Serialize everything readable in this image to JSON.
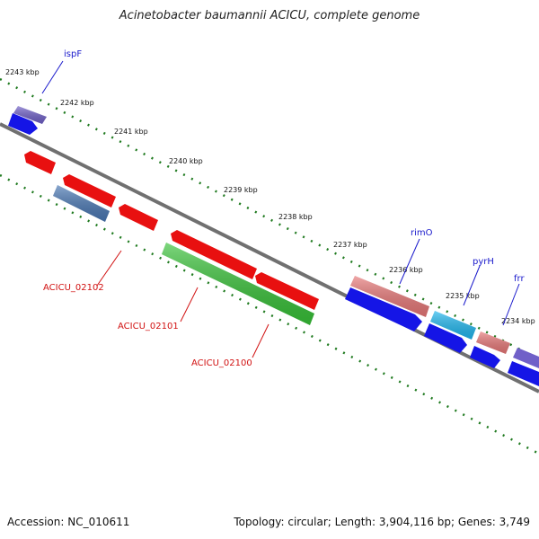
{
  "header": {
    "title": "Acinetobacter baumannii ACICU, complete genome"
  },
  "footer": {
    "accession": "Accession: NC_010611",
    "topology": "Topology: circular; Length: 3,904,116 bp; Genes: 3,749"
  },
  "ruler": {
    "ticks": [
      {
        "label": "2243 kbp"
      },
      {
        "label": "2242 kbp"
      },
      {
        "label": "2241 kbp"
      },
      {
        "label": "2240 kbp"
      },
      {
        "label": "2239 kbp"
      },
      {
        "label": "2238 kbp"
      },
      {
        "label": "2237 kbp"
      },
      {
        "label": "2236 kbp"
      },
      {
        "label": "2235 kbp"
      },
      {
        "label": "2234 kbp"
      }
    ]
  },
  "gene_labels": [
    {
      "text": "ispF"
    },
    {
      "text": "rimO"
    },
    {
      "text": "pyrH"
    },
    {
      "text": "frr"
    }
  ],
  "locus_labels": [
    {
      "text": "ACICU_02102"
    },
    {
      "text": "ACICU_02101"
    },
    {
      "text": "ACICU_02100"
    }
  ],
  "colors": {
    "blue": "#1515e6",
    "purple": "#7060c8",
    "red": "#e81010",
    "salmon": "#e87878",
    "steel": "#4a78b4",
    "green": "#38c238",
    "cyan": "#20b8f0",
    "track_line": "#707070",
    "ruler_dot": "#1f7a1f"
  }
}
